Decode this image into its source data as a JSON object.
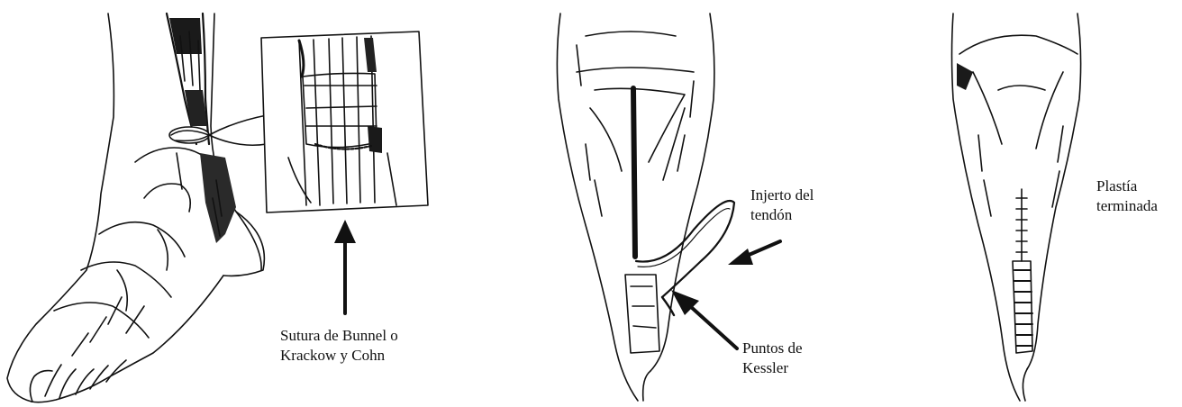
{
  "figure": {
    "labels": {
      "sutura": [
        "Sutura de Bunnel o",
        "Krackow y Cohn"
      ],
      "injerto": [
        "Injerto del",
        "tendón"
      ],
      "puntos": [
        "Puntos de",
        "Kessler"
      ],
      "plastia": [
        "Plastía",
        "terminada"
      ]
    },
    "colors": {
      "ink": "#111111",
      "background": "#ffffff"
    }
  }
}
